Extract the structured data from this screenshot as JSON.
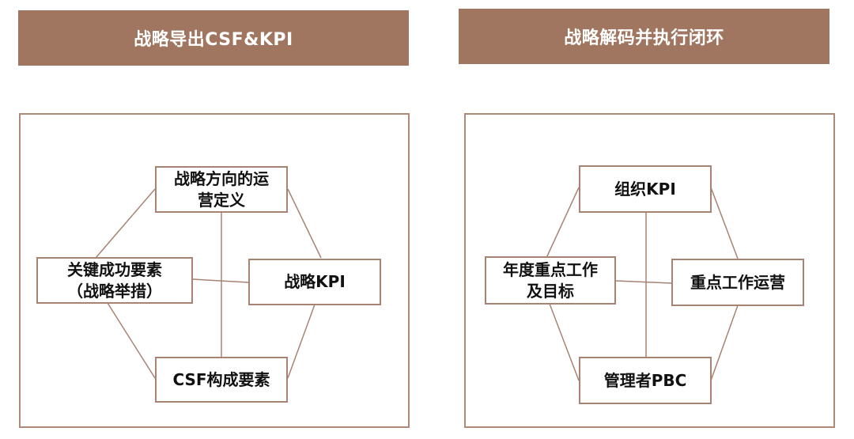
{
  "colors": {
    "accent": "#A17660",
    "border": "#A88373",
    "line": "#A88373"
  },
  "left": {
    "title": "战略导出CSF&KPI",
    "nodes": {
      "top": [
        "战略方向的运",
        "营定义"
      ],
      "left": [
        "关键成功要素",
        "（战略举措）"
      ],
      "right": [
        "战略KPI"
      ],
      "bottom": [
        "CSF构成要素"
      ]
    }
  },
  "right": {
    "title": "战略解码并执行闭环",
    "nodes": {
      "top": [
        "组织KPI"
      ],
      "left": [
        "年度重点工作",
        "及目标"
      ],
      "right": [
        "重点工作运营"
      ],
      "bottom": [
        "管理者PBC"
      ]
    }
  }
}
